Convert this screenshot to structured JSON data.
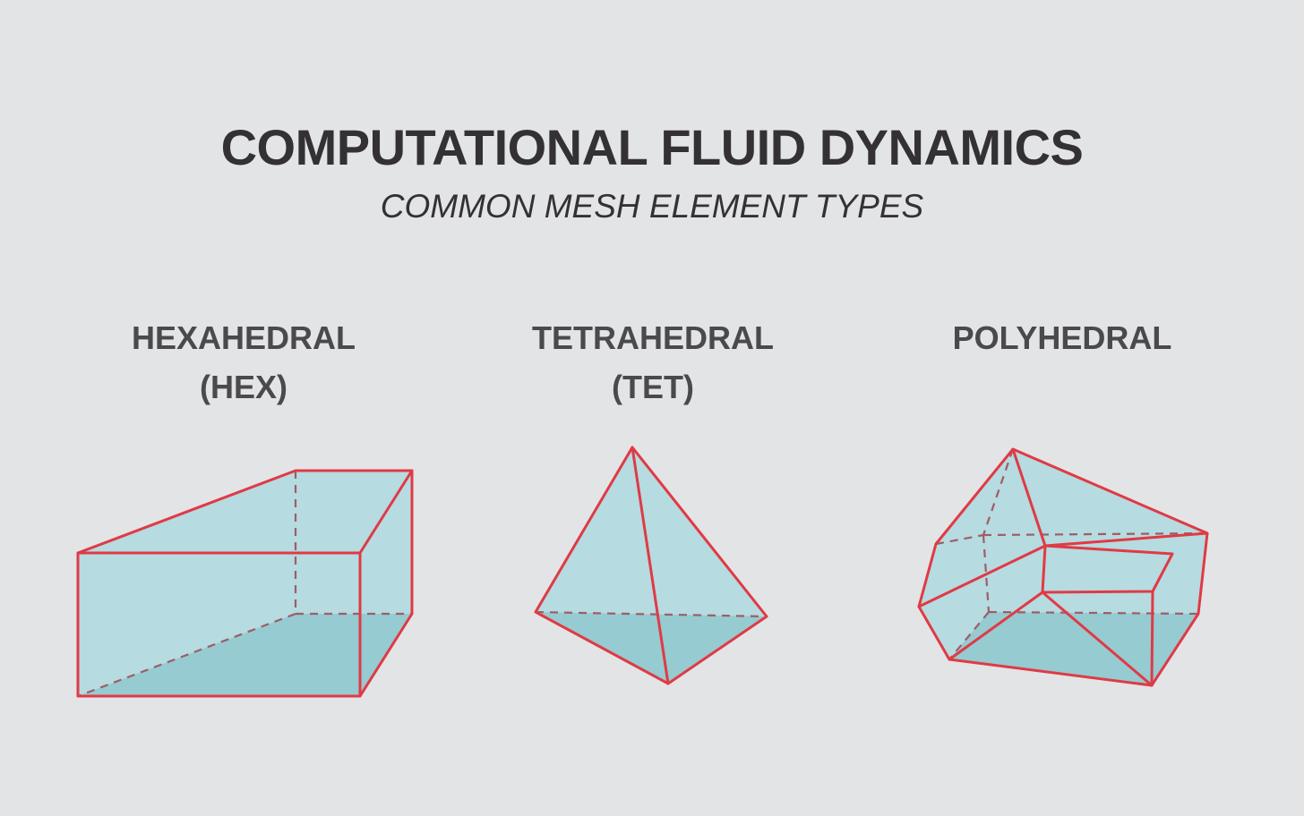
{
  "title": "COMPUTATIONAL FLUID DYNAMICS",
  "subtitle": "COMMON MESH ELEMENT TYPES",
  "elements": [
    {
      "name": "HEXAHEDRAL",
      "abbr": "(HEX)",
      "icon": "hexahedron-icon"
    },
    {
      "name": "TETRAHEDRAL",
      "abbr": "(TET)",
      "icon": "tetrahedron-icon"
    },
    {
      "name": "POLYHEDRAL",
      "abbr": "",
      "icon": "polyhedron-icon"
    }
  ],
  "colors": {
    "background": "#e3e4e6",
    "text": "#333133",
    "label": "#4a494b",
    "edge": "#e03a45",
    "hidden_edge": "#9c5e66",
    "face_light": "#b6dbe0",
    "face_dark": "#95cbd1"
  }
}
